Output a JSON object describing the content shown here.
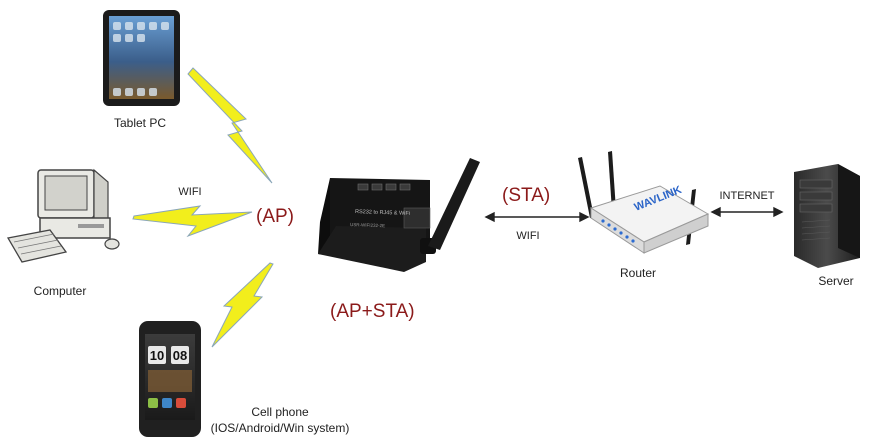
{
  "devices": {
    "tablet": {
      "label": "Tablet PC",
      "icon": "tablet-icon"
    },
    "computer": {
      "label": "Computer",
      "icon": "desktop-computer-icon"
    },
    "phone": {
      "label": "Cell phone",
      "sublabel": "(IOS/Android/Win system)",
      "icon": "smartphone-icon",
      "screen_time": [
        "10",
        "08"
      ]
    },
    "converter": {
      "mode_label": "(AP+STA)",
      "text": "RS232 to RJ45 & WiFi",
      "model": "USR-WIFI232-2E",
      "icon": "serial-wifi-converter-icon"
    },
    "router": {
      "label": "Router",
      "brand": "WAVLINK",
      "icon": "wifi-router-icon"
    },
    "server": {
      "label": "Server",
      "icon": "tower-server-icon"
    }
  },
  "links": {
    "computer_link_label": "WIFI",
    "ap_label": "(AP)",
    "sta_label": "(STA)",
    "sta_link_label": "WIFI",
    "internet_label": "INTERNET"
  },
  "colors": {
    "mode_text": "#8b1a1a",
    "bolt_fill": "#f2ee1c",
    "bolt_stroke": "#8aa6b8"
  }
}
